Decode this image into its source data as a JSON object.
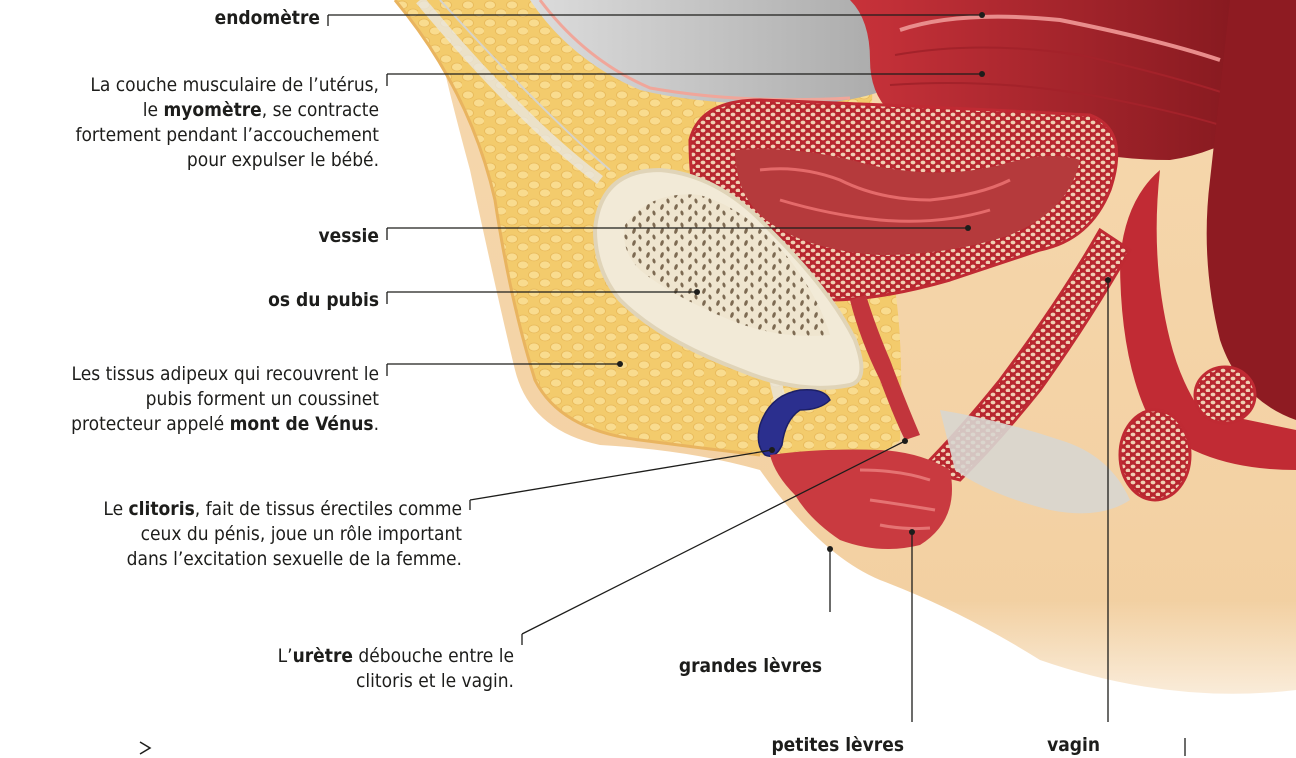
{
  "colors": {
    "fat": "#f6d37a",
    "fat_cell": "#f9dd8f",
    "muscle": "#c42b34",
    "muscle_dark": "#8e1b22",
    "mucosa": "#d5424a",
    "skin": "#f5d4a8",
    "skin_shadow": "#e8b987",
    "peritoneum": "#c7c7c7",
    "bone": "#f2ead7",
    "bone_spongy": "#a38e70",
    "clitoris": "#2b2f8e",
    "leader_line": "#1d1d1b"
  },
  "labels": {
    "endometre": "endomètre",
    "myometre": {
      "l1": "La couche musculaire de l’utérus,",
      "l2_pre": "le ",
      "l2_bold": "myomètre",
      "l2_post": ", se contracte",
      "l3": "fortement pendant l’accouchement",
      "l4": "pour expulser le bébé."
    },
    "vessie": "vessie",
    "os_pubis": "os du pubis",
    "mont_venus": {
      "l1": "Les tissus adipeux qui recouvrent le",
      "l2": "pubis forment un coussinet",
      "l3_pre": "protecteur appelé ",
      "l3_bold": "mont de Vénus",
      "l3_post": "."
    },
    "clitoris": {
      "l1_pre": "Le ",
      "l1_bold": "clitoris",
      "l1_post": ", fait de tissus érectiles comme",
      "l2": "ceux du pénis, joue un rôle important",
      "l3": "dans l’excitation sexuelle de la femme."
    },
    "uretre": {
      "l1_pre": "L’",
      "l1_bold": "urètre",
      "l1_post": " débouche entre le",
      "l2": "clitoris et le vagin."
    },
    "grandes_levres": "grandes lèvres",
    "petites_levres": "petites lèvres",
    "vagin": "vagin"
  }
}
